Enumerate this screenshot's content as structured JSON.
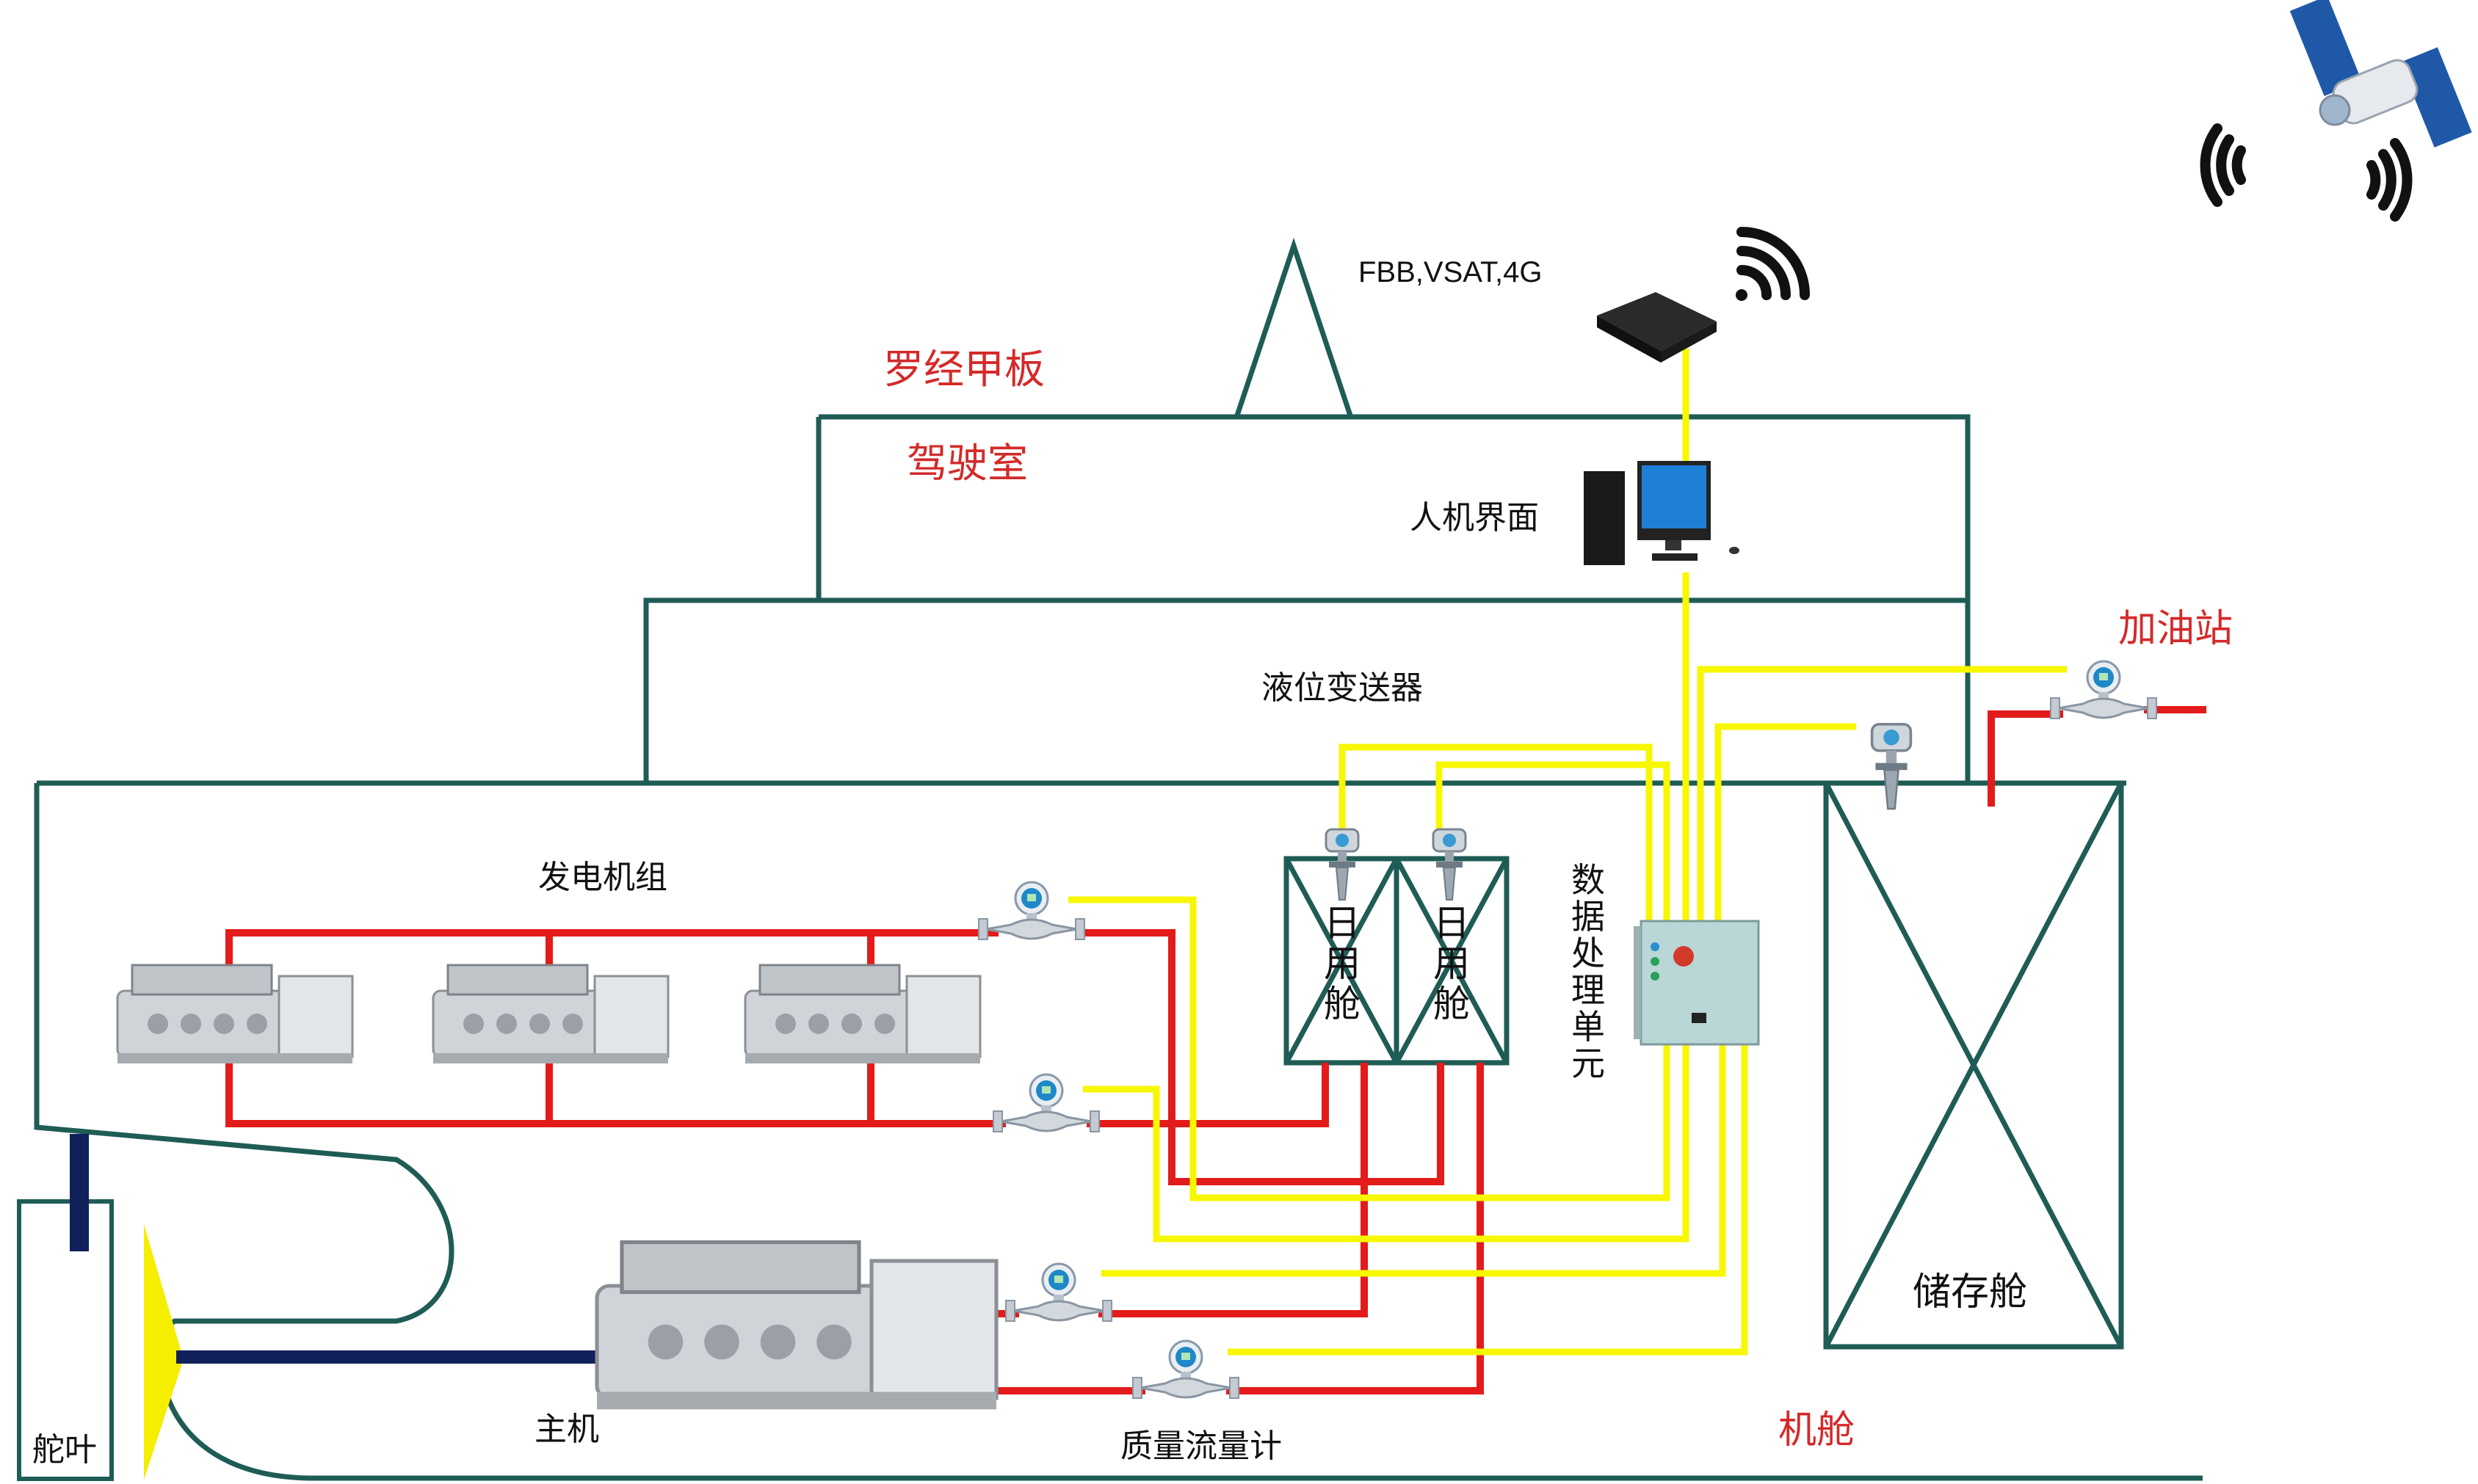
{
  "colors": {
    "hull": "#1f5c56",
    "fuel_pipe": "#e31b1b",
    "signal_line": "#f7f700",
    "label_red": "#d42a2a",
    "label_black": "#111111",
    "propeller": "#f5ee00",
    "shaft": "#10205a"
  },
  "labels": {
    "compass_deck": "罗经甲板",
    "bridge": "驾驶室",
    "comm": "FBB,VSAT,4G",
    "hmi": "人机界面",
    "gas_station": "加油站",
    "level_transmitter": "液位变送器",
    "generator_set": "发电机组",
    "data_unit": [
      "数",
      "据",
      "处",
      "理",
      "单",
      "元"
    ],
    "day_tank_1": [
      "日",
      "用",
      "舱"
    ],
    "day_tank_2": [
      "日",
      "用",
      "舱"
    ],
    "storage_tank": "储存舱",
    "engine_room": "机舱",
    "main_engine": "主机",
    "flow_meter": "质量流量计",
    "rudder": "舵叶"
  },
  "icons": {
    "satellite": "satellite-icon",
    "wifi": "wifi-icon",
    "router": "router-icon",
    "computer": "computer-icon",
    "flowmeter": "flowmeter-icon",
    "radar_level": "radar-level-icon",
    "control_box": "control-box-icon",
    "engine": "engine-icon"
  }
}
